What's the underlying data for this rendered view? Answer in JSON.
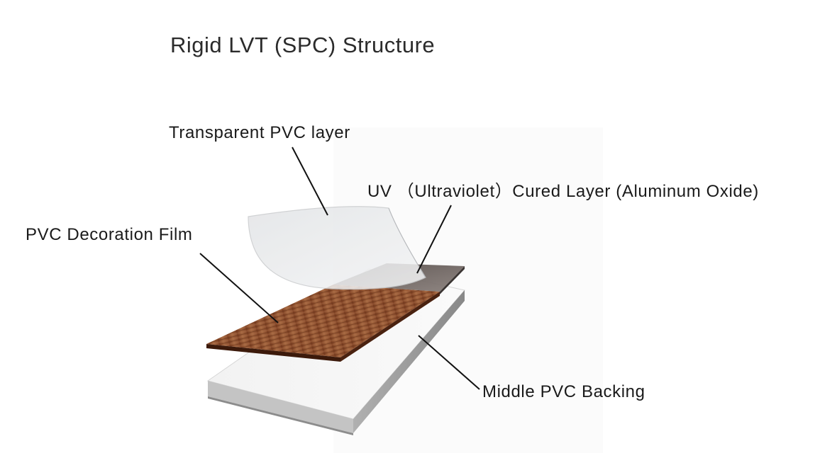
{
  "title": "Rigid LVT (SPC) Structure",
  "labels": {
    "transparent_pvc": "Transparent PVC layer",
    "uv_cured": "UV （Ultraviolet）Cured Layer (Aluminum Oxide)",
    "decoration_film": "PVC Decoration Film",
    "middle_backing": "Middle PVC Backing"
  },
  "colors": {
    "wood_dark": "#5a2a14",
    "wood_light": "#a86a46",
    "uv_layer": "#6e6562",
    "backing_top": "#f4f4f4",
    "backing_side": "#9a9a9a",
    "backing_front": "#b9b9b9"
  }
}
